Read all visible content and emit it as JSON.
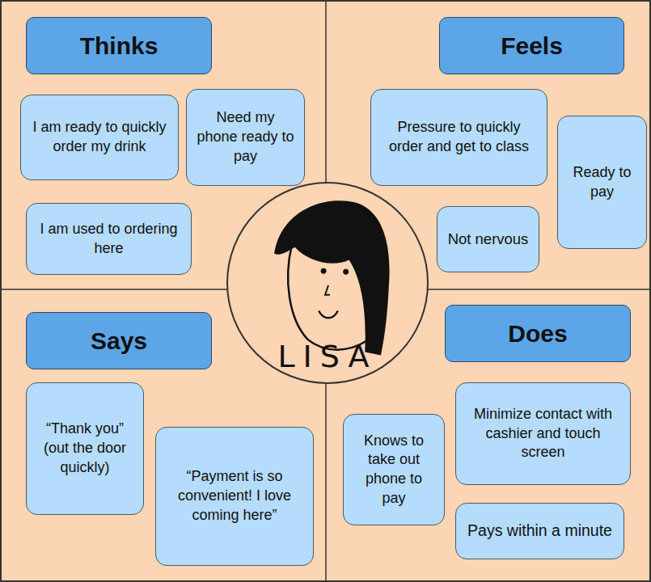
{
  "diagram": {
    "nodes": [
      {
        "text": [
          "Thinks"
        ]
      },
      {
        "text": [
          "I am ready to quickly order my drink"
        ]
      },
      {
        "text": [
          "Need my phone ready to pay"
        ]
      },
      {
        "text": [
          "I am used to ordering here"
        ]
      },
      {
        "text": [
          "Feels"
        ]
      },
      {
        "text": [
          "Pressure to quickly order and get to class"
        ]
      },
      {
        "text": [
          "Ready to pay"
        ]
      },
      {
        "text": [
          "Not nervous"
        ]
      },
      {
        "text": [
          "Says"
        ]
      },
      {
        "text": [
          "“Thank you” (out the door quickly)"
        ]
      },
      {
        "text": [
          "“Payment is so convenient! I love coming here”"
        ]
      },
      {
        "text": [
          "Does"
        ]
      },
      {
        "text": [
          "Knows to take out phone to pay"
        ]
      },
      {
        "text": [
          "Minimize contact with cashier and touch screen"
        ]
      },
      {
        "text": [
          "Pays within a minute"
        ]
      },
      {
        "text": [
          "LISA"
        ]
      }
    ]
  }
}
